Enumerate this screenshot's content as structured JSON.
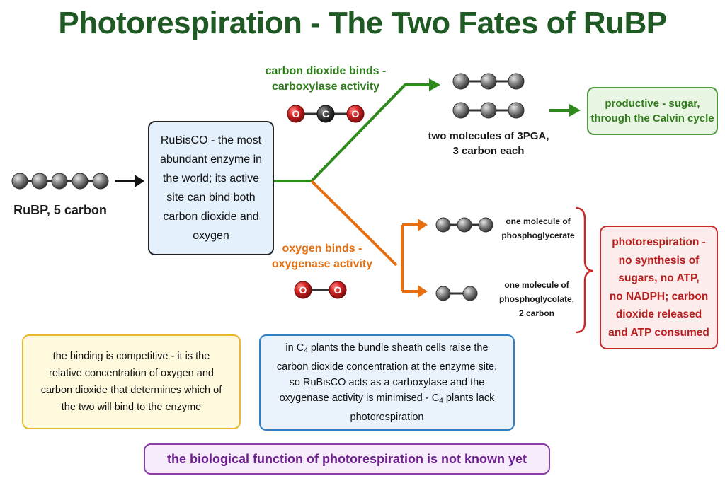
{
  "title": "Photorespiration - The Two Fates of RuBP",
  "rubp_label": "RuBP, 5 carbon",
  "rubisco_text": "RuBisCO - the most abundant enzyme in the world; its active site can bind both carbon dioxide and oxygen",
  "co2_branch": {
    "label_line1": "carbon dioxide binds -",
    "label_line2": "carboxylase activity",
    "atoms": [
      "O",
      "C",
      "O"
    ]
  },
  "o2_branch": {
    "label_line1": "oxygen binds -",
    "label_line2": "oxygenase activity",
    "atoms": [
      "O",
      "O"
    ]
  },
  "pga_label_line1": "two molecules of 3PGA,",
  "pga_label_line2": "3 carbon each",
  "productive_line1": "productive - sugar,",
  "productive_line2": "through the Calvin cycle",
  "phosphoglycerate_line1": "one molecule of",
  "phosphoglycerate_line2": "phosphoglycerate",
  "phosphoglycolate_line1": "one molecule of",
  "phosphoglycolate_line2": "phosphoglycolate,",
  "phosphoglycolate_line3": "2 carbon",
  "photoresp_lines": [
    "photorespiration -",
    "no synthesis of",
    "sugars, no ATP,",
    "no NADPH; carbon",
    "dioxide released",
    "and ATP consumed"
  ],
  "competitive_text": "the binding is competitive - it is the relative concentration of oxygen and carbon dioxide that determines which of the two will bind to the enzyme",
  "c4_text": {
    "prefix": "in C",
    "sub1": "4",
    "middle": " plants the bundle sheath cells raise the carbon dioxide concentration at the enzyme site, so RuBisCO acts as a carboxylase and the oxygenase activity is minimised - C",
    "sub2": "4",
    "suffix": " plants lack photorespiration"
  },
  "function_text": "the biological function of photorespiration is not known yet",
  "colors": {
    "green": "#2f7d1a",
    "orange": "#e46f10",
    "red": "#c62a2a",
    "purple": "#8a3ea6",
    "yellow_border": "#e6b830",
    "blue_border": "#2f7fc4"
  }
}
